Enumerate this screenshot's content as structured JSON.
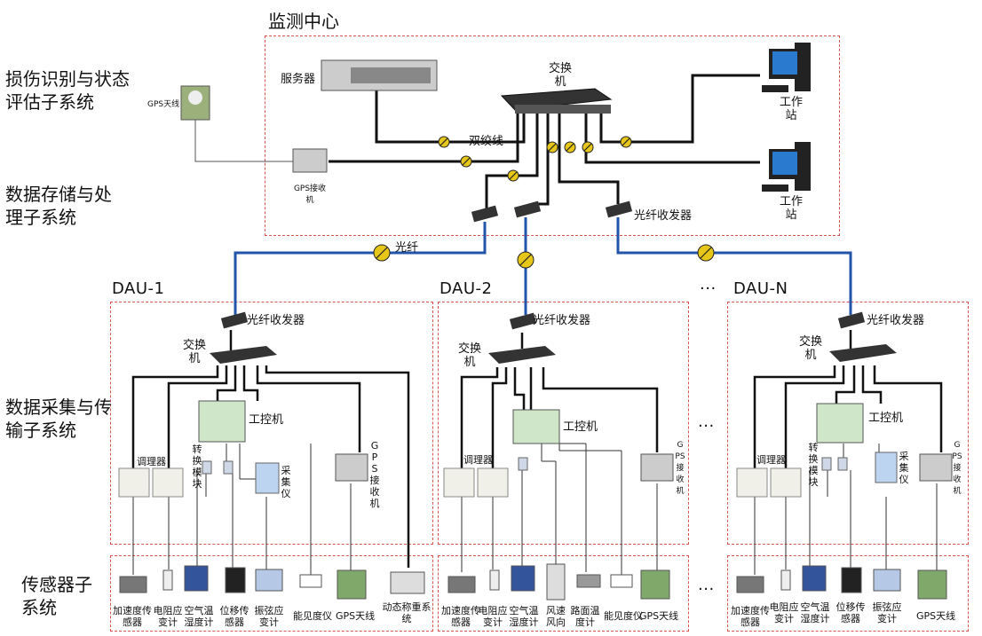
{
  "monitor_center": "监测中心",
  "subsystems": {
    "damage": "损伤识别与状态评估子系统",
    "storage": "数据存储与处理子系统",
    "acquisition": "数据采集与传输子系统",
    "sensor": "传感器子系统"
  },
  "center": {
    "server": "服务器",
    "switch": "交换机",
    "twisted_pair": "双绞线",
    "workstation": "工作站",
    "gps_antenna": "GPS天线",
    "gps_receiver": "GPS接收机",
    "fiber_transceiver": "光纤收发器",
    "fiber": "光纤"
  },
  "dau": {
    "dau1": "DAU-1",
    "dau2": "DAU-2",
    "daun": "DAU-N",
    "ellipsis": "…",
    "dots": "···"
  },
  "units": {
    "fiber_transceiver": "光纤收发器",
    "switch": "交换机",
    "ipc": "工控机",
    "conditioner": "调理器",
    "converter": "转换模块",
    "collector": "采集仪",
    "gps_receiver": "GPS接收机"
  },
  "sensors1": [
    "加速度传感器",
    "电阻应变计",
    "空气温湿度计",
    "位移传感器",
    "振弦应变计",
    "能见度仪",
    "GPS天线",
    "动态称重系统"
  ],
  "sensors2": [
    "加速度传感器",
    "电阻应变计",
    "空气温湿度计",
    "风速风向",
    "路面温度计",
    "能见度仪",
    "GPS天线"
  ],
  "sensorsN": [
    "加速度传感器",
    "电阻应变计",
    "空气温湿度计",
    "位移传感器",
    "振弦应变计",
    "GPS天线"
  ],
  "colors": {
    "dash": "#d9534f",
    "fiber": "#2255aa",
    "cable": "#111111",
    "connector": "#e6c619"
  }
}
